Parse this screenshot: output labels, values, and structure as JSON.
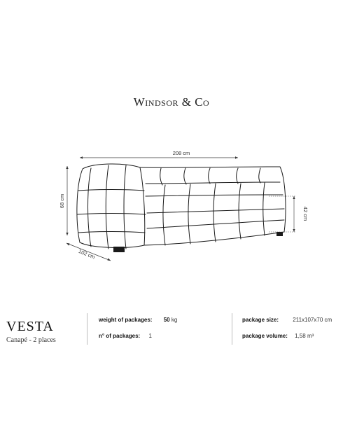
{
  "brand": {
    "name": "Windsor & Co"
  },
  "dimensions": {
    "width": "208 cm",
    "height": "68 cm",
    "depth": "102 cm",
    "seat_height": "42 cm"
  },
  "product": {
    "name": "VESTA",
    "subtitle": "Canapé - 2 places"
  },
  "specs": {
    "weight_label": "weight of packages:",
    "weight_value": "50",
    "weight_unit": "kg",
    "count_label": "n° of packages:",
    "count_value": "1",
    "size_label": "package size:",
    "size_value": "211x107x70 cm",
    "volume_label": "package volume:",
    "volume_value": "1,58 m³"
  }
}
